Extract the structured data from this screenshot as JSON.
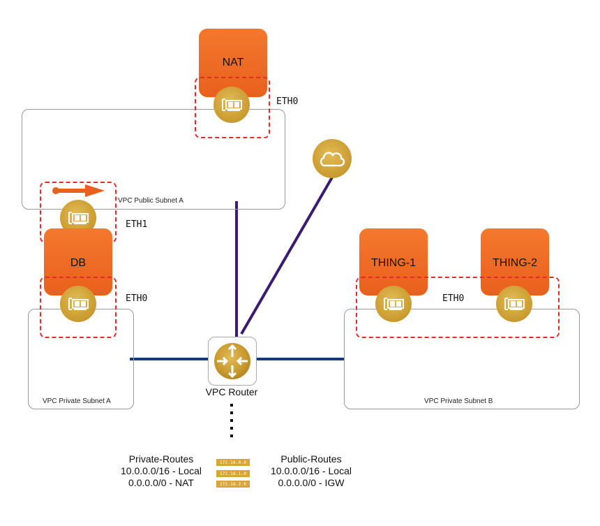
{
  "instances": {
    "nat": "NAT",
    "db": "DB",
    "thing1": "THING-1",
    "thing2": "THING-2"
  },
  "interfaces": {
    "nat_eth": "ETH0",
    "db_eth1": "ETH1",
    "db_eth0": "ETH0",
    "things_eth": "ETH0"
  },
  "subnets": {
    "public_a": "VPC Public Subnet A",
    "private_a": "VPC Private Subnet A",
    "private_b": "VPC Private Subnet B"
  },
  "router": {
    "label": "VPC Router"
  },
  "route_table_icon": {
    "rows": [
      "172.16.0.0",
      "172.16.1.0",
      "172.16.2.0"
    ]
  },
  "private_routes": {
    "title": "Private-Routes",
    "route_local": "10.0.0.0/16 - Local",
    "route_default": "0.0.0.0/0 - NAT"
  },
  "public_routes": {
    "title": "Public-Routes",
    "route_local": "10.0.0.0/16 - Local",
    "route_default": "0.0.0.0/0 - IGW"
  },
  "icons": {
    "eni": "network-interface-icon",
    "igw": "cloud-icon",
    "router": "router-icon",
    "arrow": "arrow-right-icon",
    "route_table": "route-table-icon"
  },
  "colors": {
    "instance": "#ee6a24",
    "eni": "#c99a2f",
    "dashed_group": "#e62a2a",
    "link_private": "#1a3a72",
    "link_public": "#3a1a72"
  }
}
